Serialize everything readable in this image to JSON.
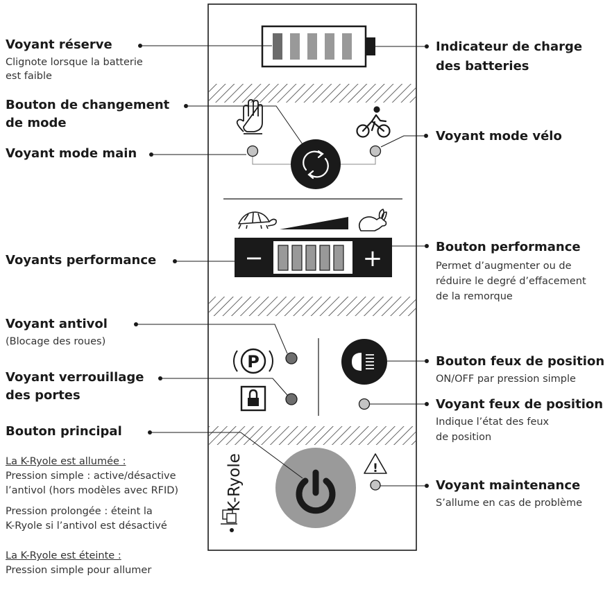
{
  "left": {
    "reserve": {
      "title": "Voyant réserve",
      "desc1": "Clignote lorsque la batterie",
      "desc2": "est faible"
    },
    "mode_button": {
      "title1": "Bouton de changement",
      "title2": "de mode"
    },
    "hand_mode": {
      "title": "Voyant mode main"
    },
    "performance_leds": {
      "title": "Voyants performance"
    },
    "antitheft": {
      "title": "Voyant antivol",
      "desc": "(Blocage des roues)"
    },
    "door_lock": {
      "title1": "Voyant verrouillage",
      "title2": "des portes"
    },
    "main_button": {
      "title": "Bouton principal"
    },
    "on_state": {
      "heading": "La K-Ryole est allumée :",
      "simple_press_label": "Pression simple :",
      "simple_press_text1": " active/désactive",
      "simple_press_text2": "l’antivol (hors modèles avec RFID)",
      "long_press_label": "Pression prolongée :",
      "long_press_text1": " éteint la",
      "long_press_text2": "K-Ryole si l’antivol est désactivé"
    },
    "off_state": {
      "heading": "La K-Ryole est éteinte :",
      "simple_press_label": "Pression simple",
      "simple_press_text": " pour allumer"
    }
  },
  "right": {
    "charge": {
      "title1": "Indicateur de charge",
      "title2": "des batteries"
    },
    "bike_mode": {
      "title": "Voyant mode vélo"
    },
    "performance_button": {
      "title": "Bouton performance",
      "desc1": "Permet d’augmenter ou de",
      "desc2": "réduire le degré d’effacement",
      "desc3": "de la remorque"
    },
    "lights_button": {
      "title": "Bouton feux de position",
      "desc": "ON/OFF par pression simple"
    },
    "lights_led": {
      "title": "Voyant feux de position",
      "desc1": "Indique l’état des feux",
      "desc2": "de position"
    },
    "maintenance": {
      "title": "Voyant maintenance",
      "desc": "S’allume en cas de problème"
    }
  },
  "panel": {
    "brand": "K-Ryole",
    "minus_symbol": "−",
    "plus_symbol": "+",
    "parking_letter": "P",
    "warning_symbol": "!",
    "battery_segments": 5,
    "performance_segments": 5,
    "colors": {
      "dark": "#1a1a1a",
      "segment": "#999999",
      "reserve_segment": "#6b6b6b",
      "led": "#c4c4c4",
      "led_dark": "#6e6e6e",
      "power_button": "#9a9a9a"
    },
    "icons": [
      "battery-icon",
      "hand-icon",
      "cyclist-icon",
      "mode-change-icon",
      "turtle-icon",
      "rabbit-icon",
      "parking-brake-icon",
      "padlock-icon",
      "headlight-icon",
      "power-icon",
      "warning-icon",
      "k-ryole-logo-icon"
    ]
  }
}
